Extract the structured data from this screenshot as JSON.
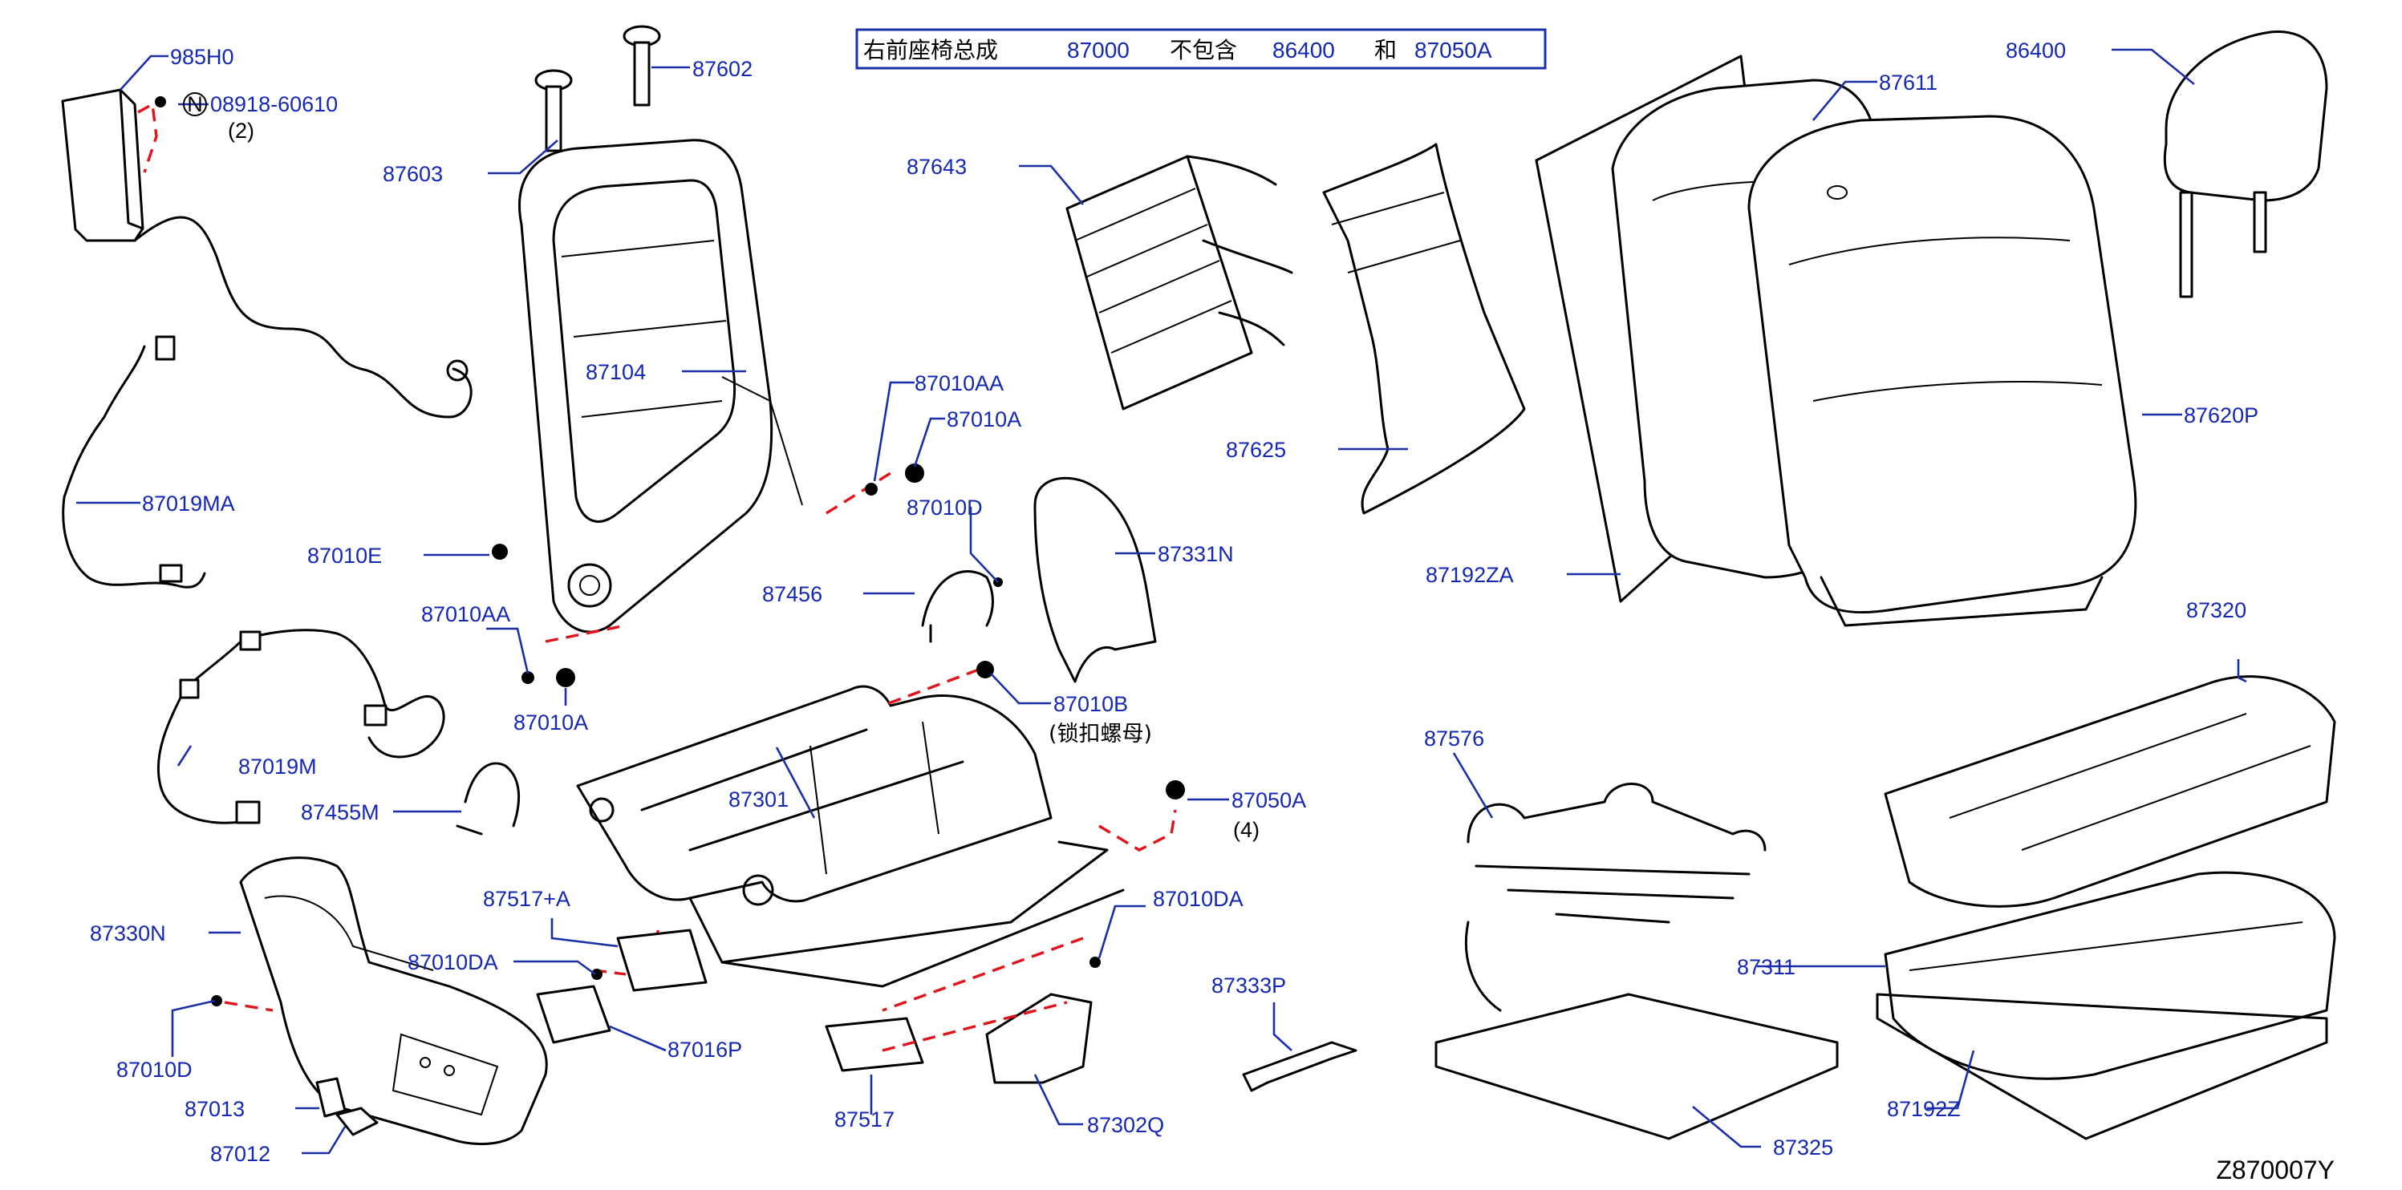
{
  "note": {
    "prefix": "右前座椅总成",
    "part": "87000",
    "excl": "不包含",
    "part2": "86400",
    "and": "和",
    "part3": "87050A"
  },
  "figure_id": "Z870007Y",
  "callouts": {
    "c985H0": "985H0",
    "c08918": "08918-60610",
    "c08918_n": "N",
    "c08918_qty": "(2)",
    "c87602": "87602",
    "c87603": "87603",
    "c87643": "87643",
    "c87611": "87611",
    "c86400": "86400",
    "c87104": "87104",
    "c87010AA_a": "87010AA",
    "c87010A_a": "87010A",
    "c87010D_a": "87010D",
    "c87019MA": "87019MA",
    "c87625": "87625",
    "c87620P": "87620P",
    "c87331N": "87331N",
    "c87010E": "87010E",
    "c87192ZA": "87192ZA",
    "c87456": "87456",
    "c87010AA_b": "87010AA",
    "c87320": "87320",
    "c87010A_b": "87010A",
    "c87010B": "87010B",
    "c87010B_note": "(锁扣螺母)",
    "c87019M": "87019M",
    "c87576": "87576",
    "c87301": "87301",
    "c87050A": "87050A",
    "c87050A_qty": "(4)",
    "c87455M": "87455M",
    "c87517A": "87517+A",
    "c87010DA_a": "87010DA",
    "c87330N": "87330N",
    "c87010DA_b": "87010DA",
    "c87311": "87311",
    "c87333P": "87333P",
    "c87016P": "87016P",
    "c87010D_b": "87010D",
    "c87013": "87013",
    "c87192Z": "87192Z",
    "c87517": "87517",
    "c87302Q": "87302Q",
    "c87325": "87325",
    "c87012": "87012"
  }
}
